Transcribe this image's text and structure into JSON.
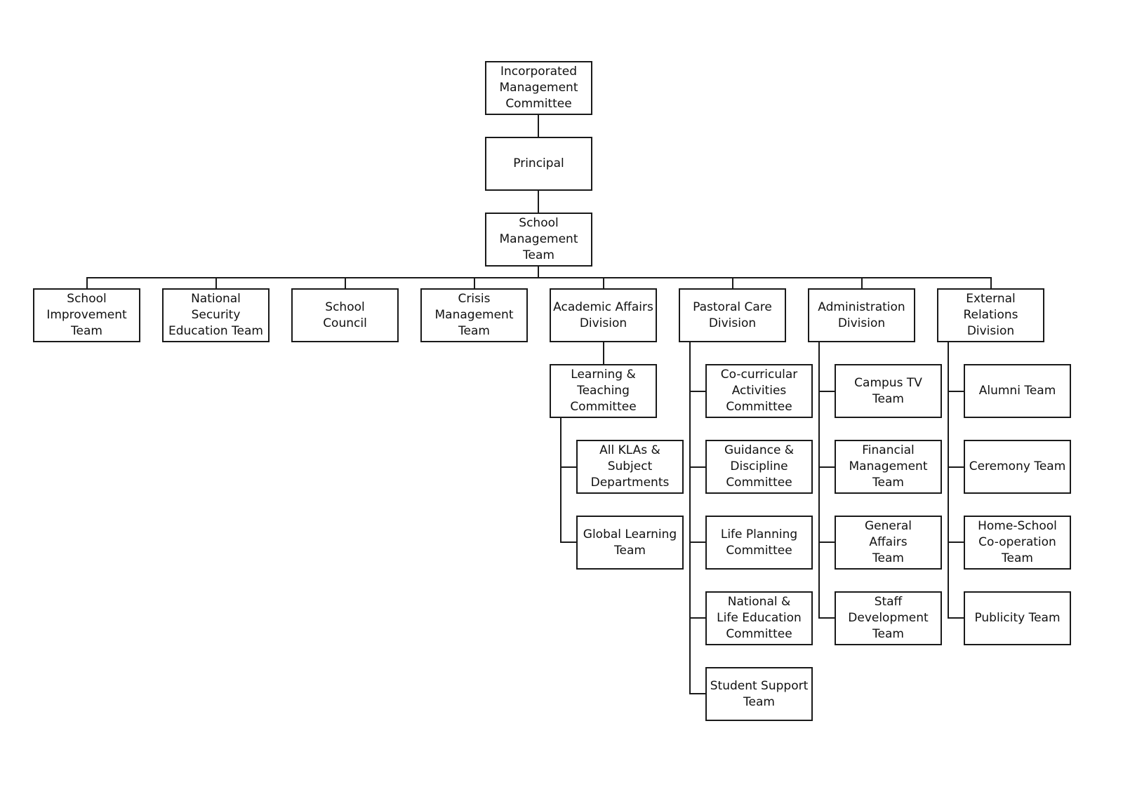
{
  "chart_title": "",
  "top_chain": [
    {
      "id": "imc",
      "label": "Incorporated\nManagement\nCommittee"
    },
    {
      "id": "principal",
      "label": "Principal"
    },
    {
      "id": "smt",
      "label": "School\nManagement\nTeam"
    }
  ],
  "level1": [
    {
      "id": "sit",
      "label": "School\nImprovement\nTeam"
    },
    {
      "id": "nset",
      "label": "National\nSecurity\nEducation Team"
    },
    {
      "id": "sc",
      "label": "School\nCouncil"
    },
    {
      "id": "cmt",
      "label": "Crisis\nManagement\nTeam"
    },
    {
      "id": "aad",
      "label": "Academic Affairs\nDivision"
    },
    {
      "id": "pcd",
      "label": "Pastoral Care\nDivision"
    },
    {
      "id": "ad",
      "label": "Administration\nDivision"
    },
    {
      "id": "erd",
      "label": "External\nRelations\nDivision"
    }
  ],
  "academic": {
    "committee": {
      "id": "ltc",
      "label": "Learning &\nTeaching\nCommittee"
    },
    "children": [
      {
        "id": "kla",
        "label": "All KLAs &\nSubject\nDepartments"
      },
      {
        "id": "glt",
        "label": "Global Learning\nTeam"
      }
    ]
  },
  "pastoral": [
    {
      "id": "cca",
      "label": "Co-curricular\nActivities\nCommittee"
    },
    {
      "id": "gdc",
      "label": "Guidance &\nDiscipline\nCommittee"
    },
    {
      "id": "lpc",
      "label": "Life Planning\nCommittee"
    },
    {
      "id": "nlec",
      "label": "National &\nLife Education\nCommittee"
    },
    {
      "id": "sst",
      "label": "Student Support\nTeam"
    }
  ],
  "administration": [
    {
      "id": "ctv",
      "label": "Campus TV Team"
    },
    {
      "id": "fmt",
      "label": "Financial\nManagement\nTeam"
    },
    {
      "id": "gat",
      "label": "General\nAffairs\nTeam"
    },
    {
      "id": "sdt",
      "label": "Staff\nDevelopment\nTeam"
    }
  ],
  "external": [
    {
      "id": "alt",
      "label": "Alumni Team"
    },
    {
      "id": "cet",
      "label": "Ceremony Team"
    },
    {
      "id": "hsc",
      "label": "Home-School\nCo-operation\nTeam"
    },
    {
      "id": "pt",
      "label": "Publicity Team"
    }
  ]
}
